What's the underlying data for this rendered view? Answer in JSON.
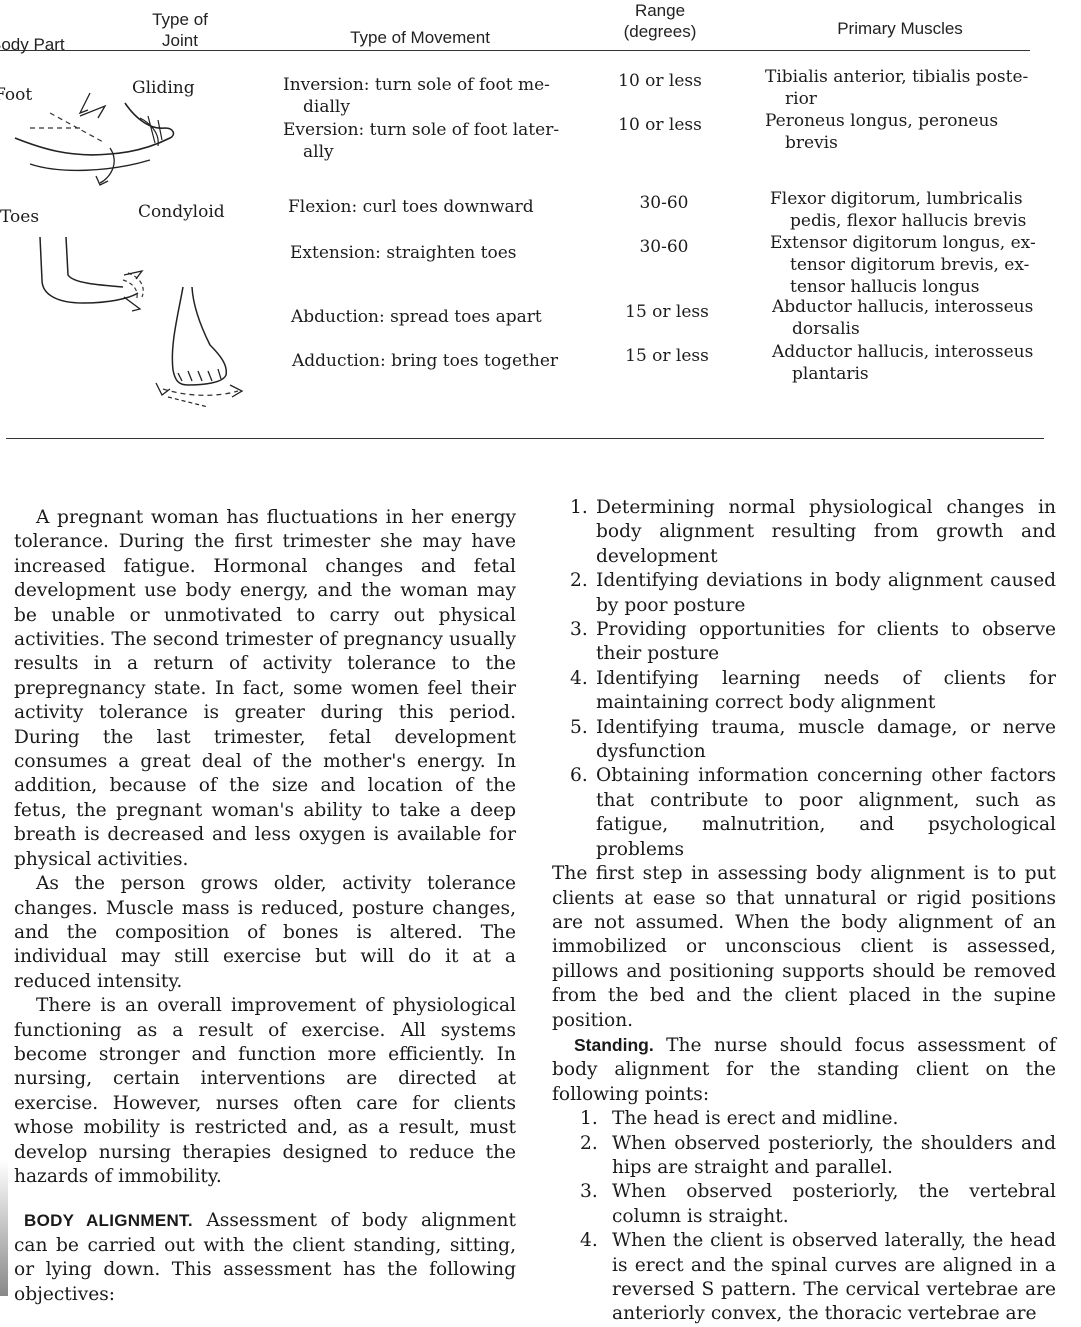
{
  "table": {
    "headers": {
      "body_part": "Body Part",
      "joint": [
        "Type of",
        "Joint"
      ],
      "movement": "Type of Movement",
      "range": [
        "Range",
        "(degrees)"
      ],
      "muscles": "Primary Muscles"
    },
    "foot": {
      "part": "Foot",
      "joint": "Gliding",
      "rows": [
        {
          "movement": [
            "Inversion: turn sole of foot me-",
            "dially"
          ],
          "range": "10 or less",
          "muscles": [
            "Tibialis anterior, tibialis poste-",
            "rior"
          ]
        },
        {
          "movement": [
            "Eversion: turn sole of foot later-",
            "ally"
          ],
          "range": "10 or less",
          "muscles": [
            "Peroneus longus, peroneus",
            "brevis"
          ]
        }
      ]
    },
    "toes": {
      "part": "Toes",
      "joint": "Condyloid",
      "rows": [
        {
          "movement": [
            "Flexion: curl toes downward"
          ],
          "range": "30-60",
          "muscles": [
            "Flexor digitorum, lumbricalis",
            "pedis, flexor hallucis brevis"
          ]
        },
        {
          "movement": [
            "Extension: straighten toes"
          ],
          "range": "30-60",
          "muscles": [
            "Extensor digitorum longus, ex-",
            "tensor digitorum brevis, ex-",
            "tensor hallucis longus"
          ]
        },
        {
          "movement": [
            "Abduction: spread toes apart"
          ],
          "range": "15 or less",
          "muscles": [
            "Abductor hallucis, interosseus",
            "dorsalis"
          ]
        },
        {
          "movement": [
            "Adduction: bring toes together"
          ],
          "range": "15 or less",
          "muscles": [
            "Adductor hallucis, interosseus",
            "plantaris"
          ]
        }
      ]
    }
  },
  "left_column": {
    "p1": "A pregnant woman has fluctuations in her energy tolerance. During the first trimester she may have increased fatigue. Hormonal changes and fetal development use body energy, and the woman may be unable or unmotivated to carry out physical activities. The second trimester of pregnancy usually results in a return of activity tolerance to the prepregnancy state. In fact, some women feel their activity tolerance is greater during this period. During the last trimester, fetal development consumes a great deal of the mother's energy. In addition, because of the size and location of the fetus, the pregnant woman's ability to take a deep breath is decreased and less oxygen is available for physical activities.",
    "p2": "As the person grows older, activity tolerance changes. Muscle mass is reduced, posture changes, and the composition of bones is altered. The individual may still exercise but will do it at a reduced intensity.",
    "p3": "There is an overall improvement of physiological functioning as a result of exercise. All systems become stronger and function more efficiently. In nursing, certain interventions are directed at exercise. However, nurses often care for clients whose mobility is restricted and, as a result, must develop nursing therapies designed to reduce the hazards of immobility.",
    "p4_heading": "BODY ALIGNMENT.",
    "p4": "Assessment of body alignment can be carried out with the client standing, sitting, or lying down. This assessment has the following objectives:"
  },
  "right_column": {
    "objectives": [
      {
        "num": "1.",
        "text": "Determining normal physiological changes in body alignment resulting from growth and development"
      },
      {
        "num": "2.",
        "text": "Identifying deviations in body alignment caused by poor posture"
      },
      {
        "num": "3.",
        "text": "Providing opportunities for clients to observe their posture"
      },
      {
        "num": "4.",
        "text": "Identifying learning needs of clients for maintaining correct body alignment"
      },
      {
        "num": "5.",
        "text": "Identifying trauma, muscle damage, or nerve dysfunction"
      },
      {
        "num": "6.",
        "text": "Obtaining information concerning other factors that contribute to poor alignment, such as fatigue, malnutrition, and psychological problems"
      }
    ],
    "p_first_step": "The first step in assessing body alignment is to put clients at ease so that unnatural or rigid positions are not assumed. When the body alignment of an immobilized or unconscious client is assessed, pillows and positioning supports should be removed from the bed and the client placed in the supine position.",
    "standing_heading": "Standing.",
    "standing_text": "The nurse should focus assessment of body alignment for the standing client on the following points:",
    "points": [
      {
        "num": "1.",
        "text": "The head is erect and midline."
      },
      {
        "num": "2.",
        "text": "When observed posteriorly, the shoulders and hips are straight and parallel."
      },
      {
        "num": "3.",
        "text": "When observed posteriorly, the vertebral column is straight."
      },
      {
        "num": "4.",
        "text": "When the client is observed laterally, the head is erect and the spinal curves are aligned in a reversed S pattern. The cervical vertebrae are anteriorly convex, the thoracic vertebrae are"
      }
    ]
  }
}
